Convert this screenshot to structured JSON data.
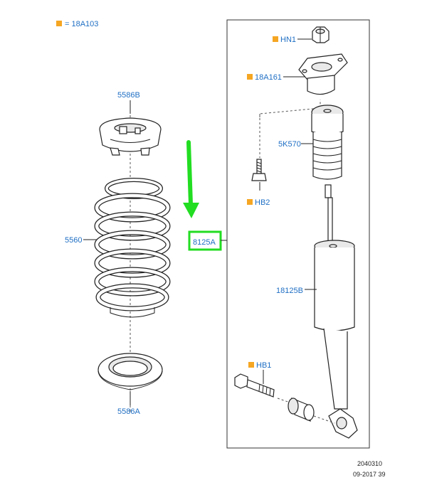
{
  "legend": {
    "marker_color": "#f5a623",
    "text": "= 18A103"
  },
  "labels": {
    "spring_upper_seat": "5586B",
    "spring": "5560",
    "spring_lower_seat": "5586A",
    "nut_hn1": "HN1",
    "mount": "18A161",
    "bump_stop": "5K570",
    "bolt_hb2": "HB2",
    "assembly": "8125A",
    "shock": "18125B",
    "bolt_hb1": "HB1"
  },
  "colors": {
    "label": "#1f6fc4",
    "marker": "#f5a623",
    "arrow": "#22dd22",
    "highlight": "#22dd22"
  },
  "footer": {
    "code": "2040310",
    "date": "09-2017 39"
  }
}
